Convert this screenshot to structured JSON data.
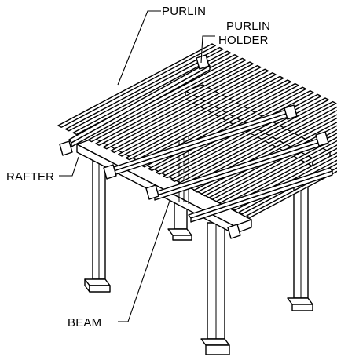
{
  "labels": {
    "purlin": "PURLIN",
    "purlin_holder_line1": "PURLIN",
    "purlin_holder_line2": "HOLDER",
    "rafter": "RAFTER",
    "beam": "BEAM"
  },
  "colors": {
    "ink": "#000000",
    "background": "#ffffff"
  }
}
